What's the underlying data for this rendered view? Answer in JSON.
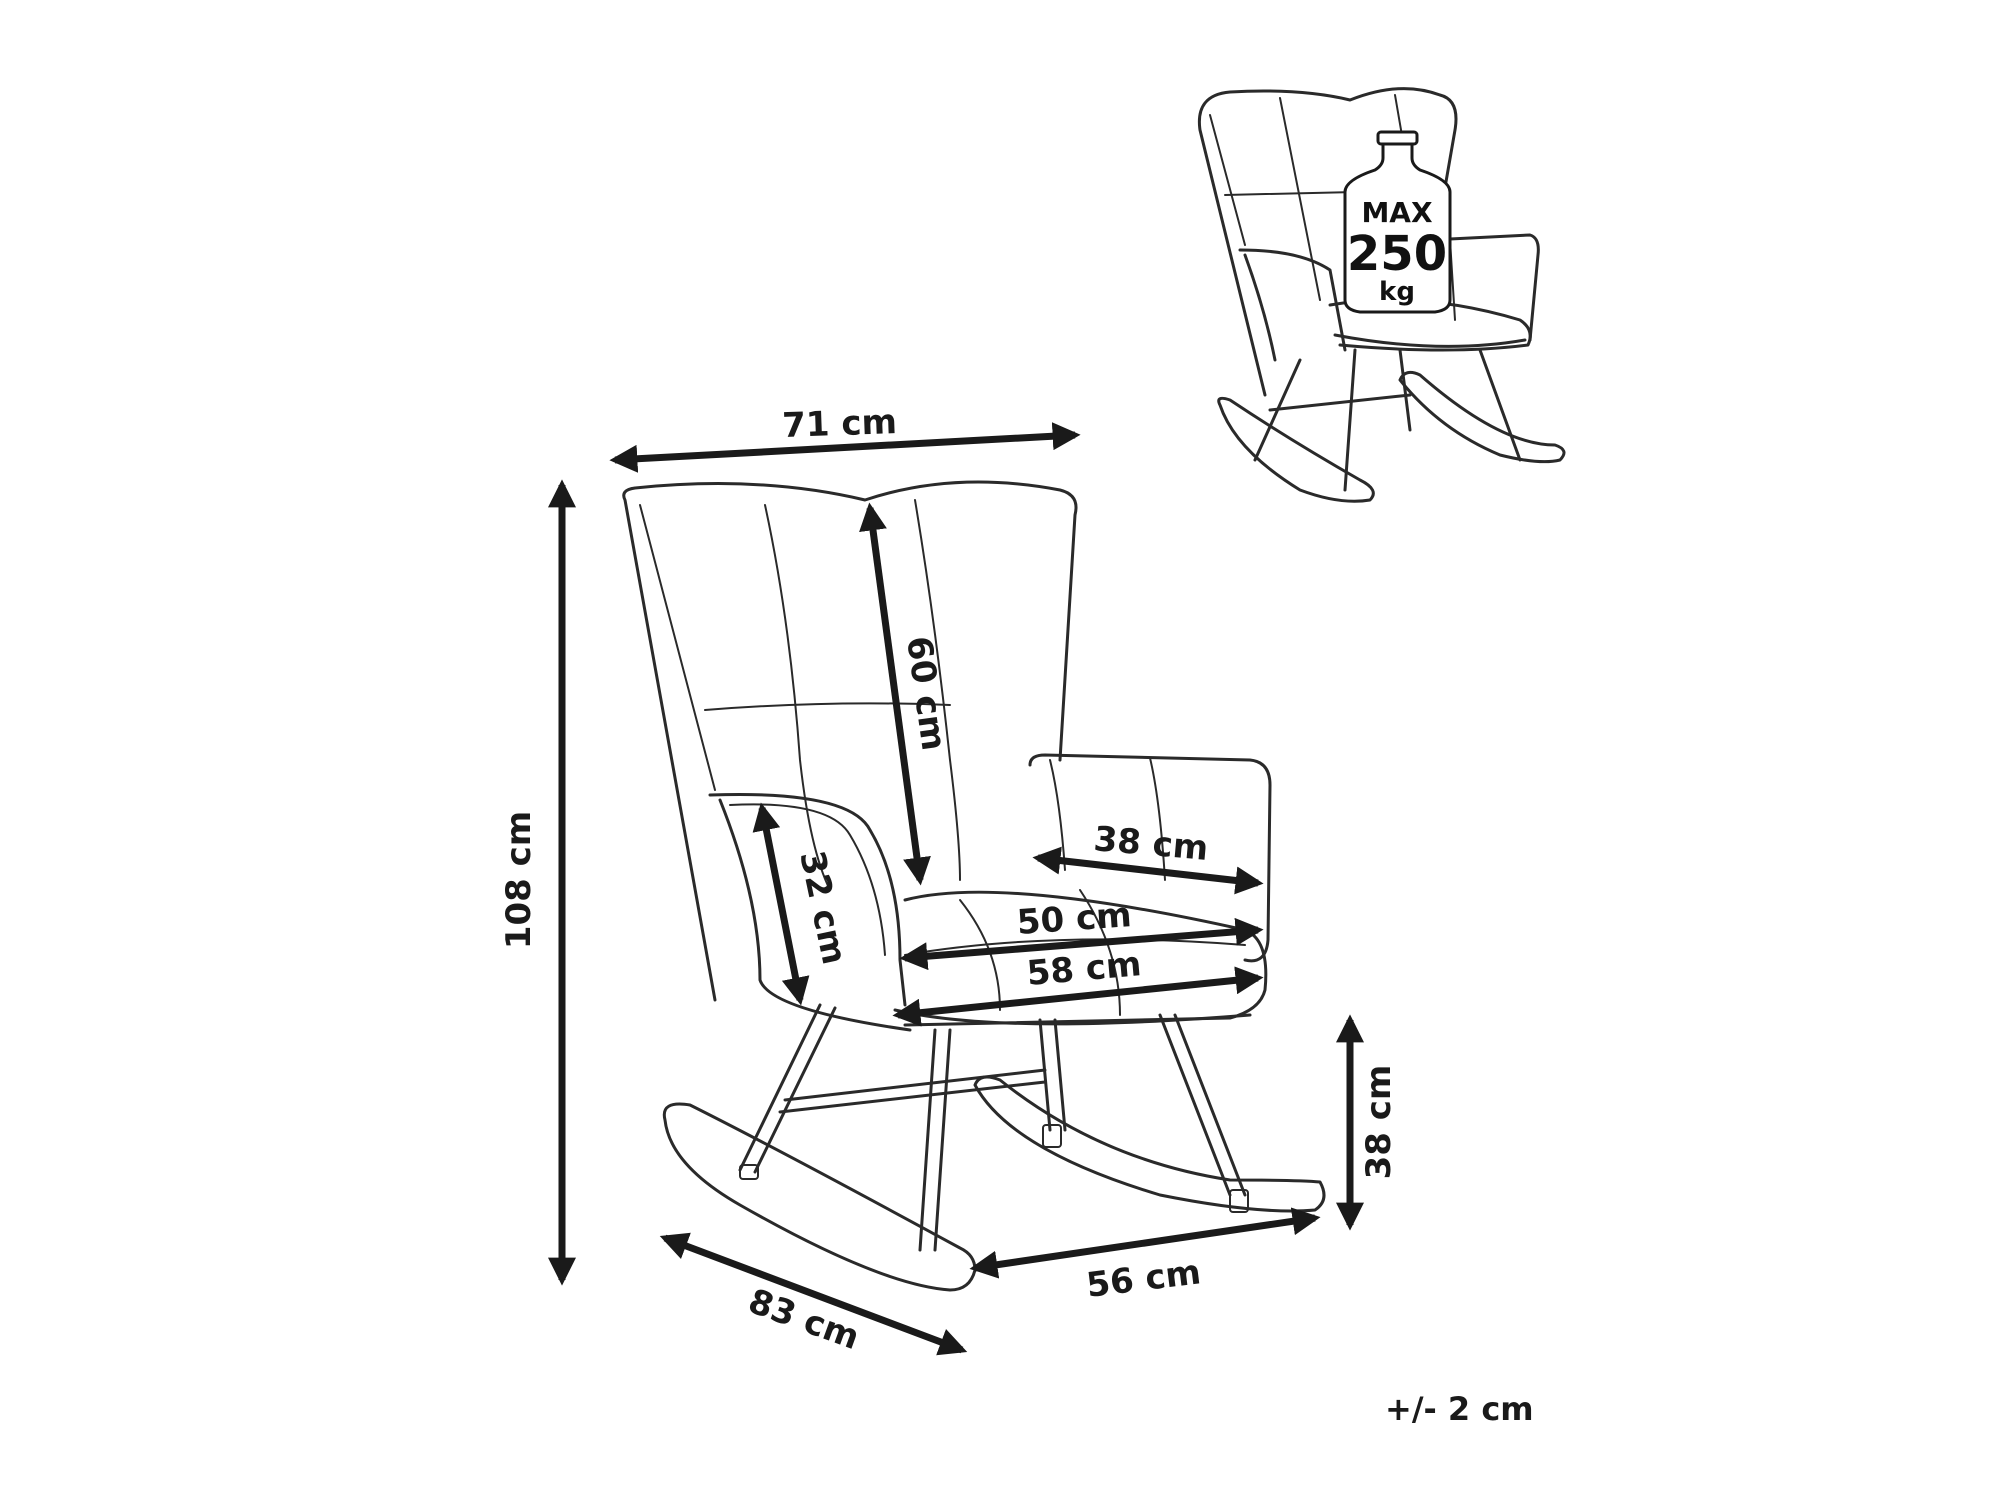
{
  "dimensions": {
    "width": "71 cm",
    "height": "108 cm",
    "backrest_height": "60 cm",
    "armrest_height": "32 cm",
    "armrest_depth": "38 cm",
    "seat_depth": "50 cm",
    "seat_width": "58 cm",
    "seat_height": "38 cm",
    "depth": "83 cm",
    "rocker_width": "56 cm"
  },
  "load_badge": {
    "line1": "MAX",
    "line2": "250",
    "line3": "kg"
  },
  "tolerance": "+/- 2 cm",
  "colors": {
    "line": "#2a2a2a",
    "text": "#1a1a1a",
    "background": "#ffffff"
  }
}
